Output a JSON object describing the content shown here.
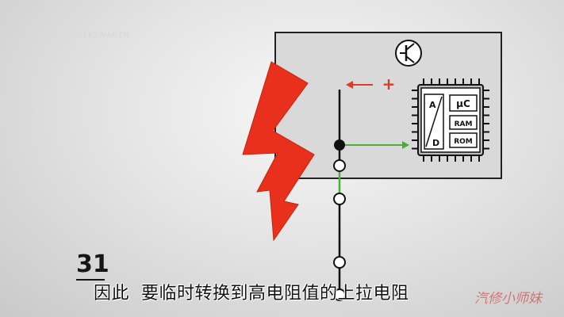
{
  "watermark_logo": "VOLKSWAGEN",
  "slide_number": "31",
  "subtitle": "因此  要临时转换到高电阻值的上拉电阻",
  "channel_watermark": "汽修小师妹",
  "ecu": {
    "symbol_icon": "transistor-icon",
    "adc_label_a": "A",
    "adc_label_d": "D",
    "cpu_label": "µC",
    "ram_label": "RAM",
    "rom_label": "ROM"
  },
  "flow_hint_plus": "+",
  "colors": {
    "lightning": "#e8301c",
    "wire_green": "#4caf3a",
    "arrow_red": "#e03a2a",
    "box_border": "#222222",
    "box_fill": "#d9d9d9"
  }
}
